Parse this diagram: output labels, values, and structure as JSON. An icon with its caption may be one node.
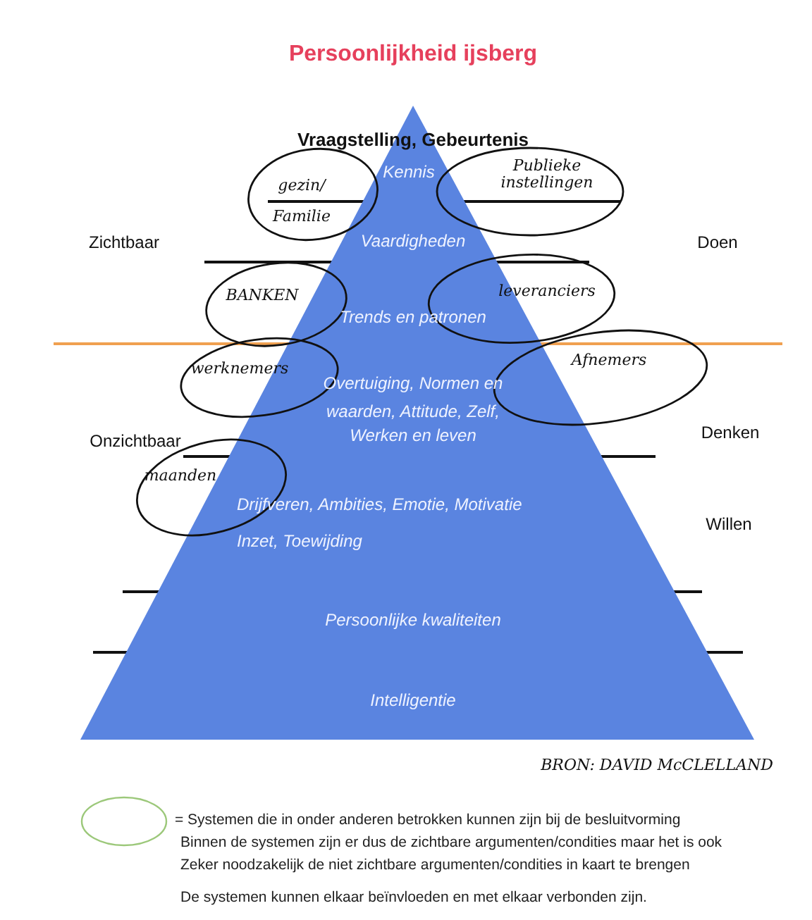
{
  "diagram": {
    "title": "Persoonlijkheid ijsberg",
    "nodes": [
      {
        "text": [
          "Kennis",
          "Vaardigheden",
          "Trends en patronen",
          "Overtuiging, Normen en waarden, Attitude, Zelf,",
          "Werken en leven",
          "Drijfveren, Ambities,  Emotie, Motivatie",
          "Inzet, Toewijding",
          "Persoonlijke kwaliteiten",
          "Intelligentie"
        ]
      },
      {
        "text": [
          "gezin/ Familie"
        ]
      },
      {
        "text": [
          "Publieke instellingen"
        ]
      },
      {
        "text": [
          "BANKEN"
        ]
      },
      {
        "text": [
          "leveranciers"
        ]
      },
      {
        "text": [
          "werknemers"
        ]
      },
      {
        "text": [
          "Afnemers"
        ]
      },
      {
        "text": [
          "maanden"
        ]
      }
    ],
    "labels": [
      "Vraagstelling, Gebeurtenis",
      "Zichtbaar",
      "Doen",
      "Onzichtbaar",
      "Denken",
      "Willen",
      "BRON: DAVID McCLELLAND",
      "Binnen de systemen zijn er dus de zichtbare argumenten/condities maar het is ook",
      "Zeker noodzakelijk de niet zichtbare argumenten/condities in kaart te brengen",
      "De systemen kunnen elkaar beïnvloeden en met elkaar verbonden zijn."
    ],
    "legend": [
      {
        "text": "= Systemen die in onder anderen betrokken kunnen zijn bij de besluitvorming"
      }
    ]
  }
}
